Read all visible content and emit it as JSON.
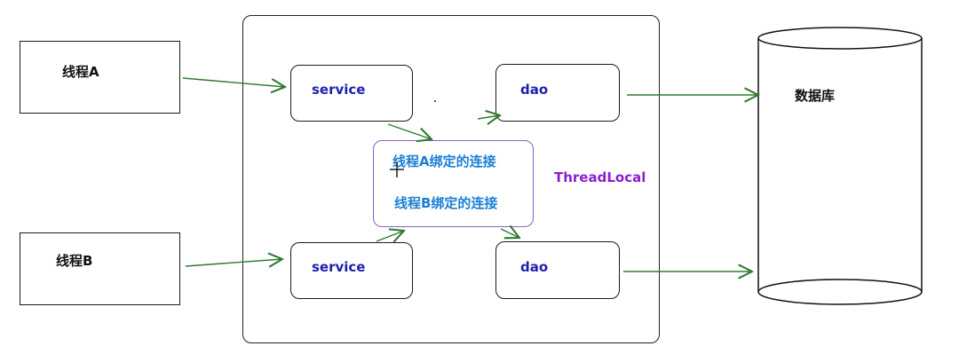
{
  "threads": {
    "a_label": "线程A",
    "b_label": "线程B"
  },
  "container": {
    "service_top": "service",
    "dao_top": "dao",
    "service_bottom": "service",
    "dao_bottom": "dao"
  },
  "threadlocal": {
    "line_a": "线程A绑定的连接",
    "line_b": "线程B绑定的连接",
    "label": "ThreadLocal"
  },
  "database": {
    "label": "数据库"
  },
  "colors": {
    "arrow": "#2f7a2f",
    "component_text": "#1f1fb0",
    "threadlocal_text": "#1a7fd4",
    "threadlocal_label": "#8a1fd0",
    "threadlocal_border": "#8a5fc4"
  }
}
